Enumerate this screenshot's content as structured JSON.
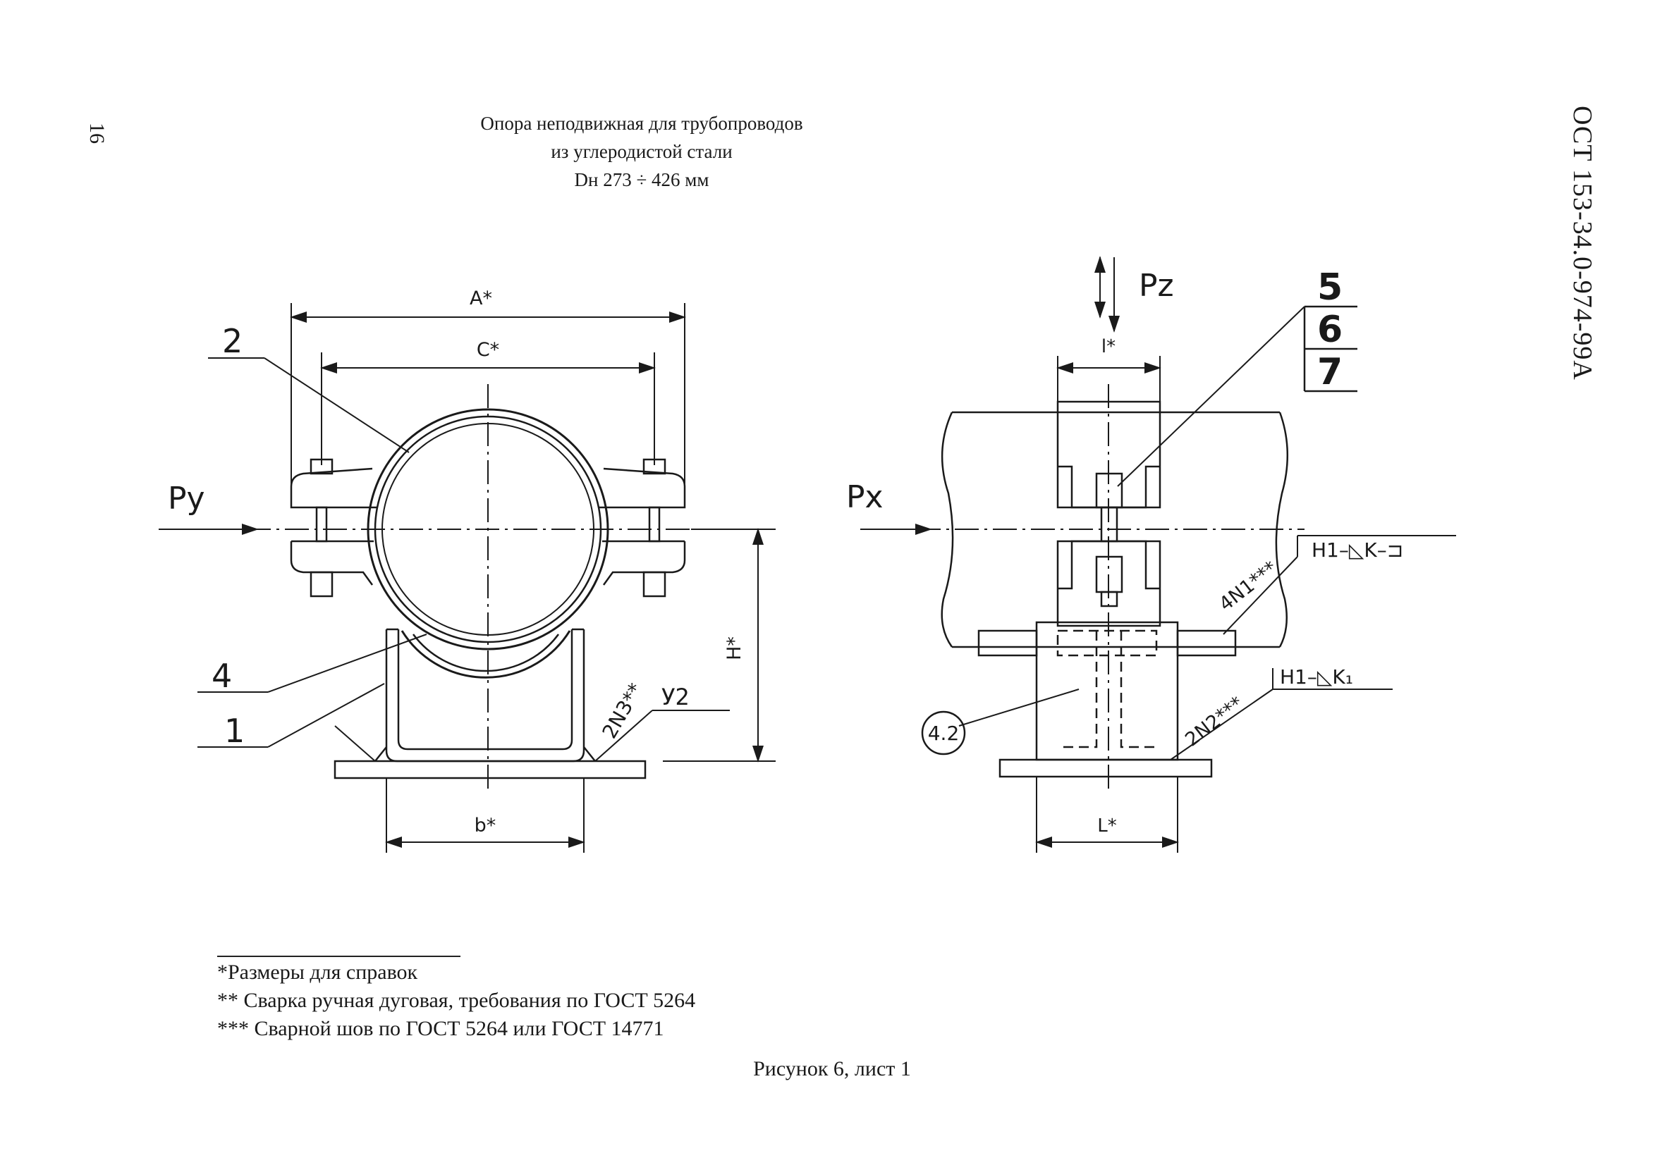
{
  "page": {
    "page_number": "16",
    "document_code": "ОСТ 153-34.0-974-99А",
    "title_lines": [
      "Опора неподвижная для трубопроводов",
      "из углеродистой стали",
      "Dн 273 ÷ 426 мм"
    ],
    "figure_caption": "Рисунок 6, лист 1"
  },
  "drawing": {
    "front_view": {
      "force_label": "Py",
      "dim_a": "A*",
      "dim_c": "C*",
      "dim_h": "H*",
      "dim_b": "b*",
      "callout_2": "2",
      "callout_4": "4",
      "callout_1": "1",
      "weld_note": "2N3**",
      "weld_symbol": "У2"
    },
    "side_view": {
      "force_x": "Px",
      "force_z": "Pz",
      "dim_l_top": "l*",
      "dim_l_bottom": "L*",
      "callouts": [
        "5",
        "6",
        "7"
      ],
      "circle_callout": "4.2",
      "weld_top_note": "4N1***",
      "weld_top_symbol": "Н1–◺K–⊐",
      "weld_bottom_note": "2N2***",
      "weld_bottom_symbol": "Н1–◺K₁"
    }
  },
  "footnotes": [
    "*Размеры для справок",
    "** Сварка ручная дуговая, требования по ГОСТ 5264",
    "*** Сварной шов по ГОСТ 5264 или ГОСТ 14771"
  ]
}
